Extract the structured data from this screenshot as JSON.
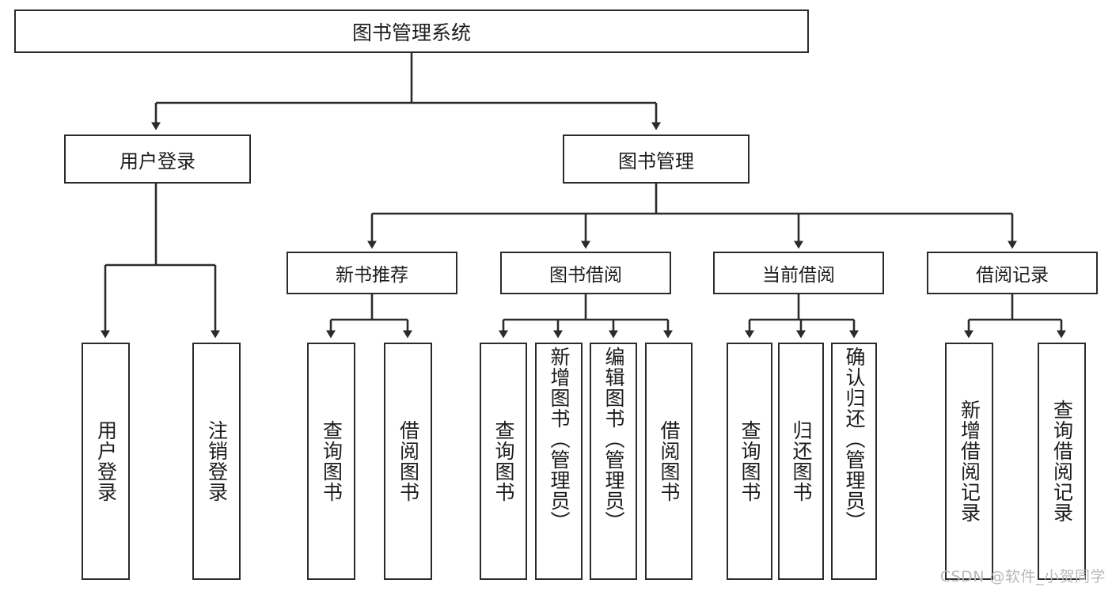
{
  "diagram": {
    "type": "tree",
    "title": "图书管理系统",
    "root": {
      "label": "图书管理系统"
    },
    "level2": [
      {
        "label": "用户登录"
      },
      {
        "label": "图书管理"
      }
    ],
    "level3": [
      {
        "label": "新书推荐"
      },
      {
        "label": "图书借阅"
      },
      {
        "label": "当前借阅"
      },
      {
        "label": "借阅记录"
      }
    ],
    "leaves": {
      "user_login": [
        {
          "label": "用户登录"
        },
        {
          "label": "注销登录"
        }
      ],
      "new_book_recommend": [
        {
          "label": "查询图书"
        },
        {
          "label": "借阅图书"
        }
      ],
      "book_borrow": [
        {
          "label": "查询图书"
        },
        {
          "label": "新增图书（管理员）"
        },
        {
          "label": "编辑图书（管理员）"
        },
        {
          "label": "借阅图书"
        }
      ],
      "current_borrow": [
        {
          "label": "查询图书"
        },
        {
          "label": "归还图书"
        },
        {
          "label": "确认归还（管理员）"
        }
      ],
      "borrow_record": [
        {
          "label": "新增借阅记录"
        },
        {
          "label": "查询借阅记录"
        }
      ]
    }
  },
  "watermark": {
    "text": "CSDN @软件_小贺同学"
  },
  "colors": {
    "stroke": "#2b2b2b",
    "background": "#ffffff",
    "text": "#1c1c1c",
    "watermark": "#b9b9b9"
  }
}
